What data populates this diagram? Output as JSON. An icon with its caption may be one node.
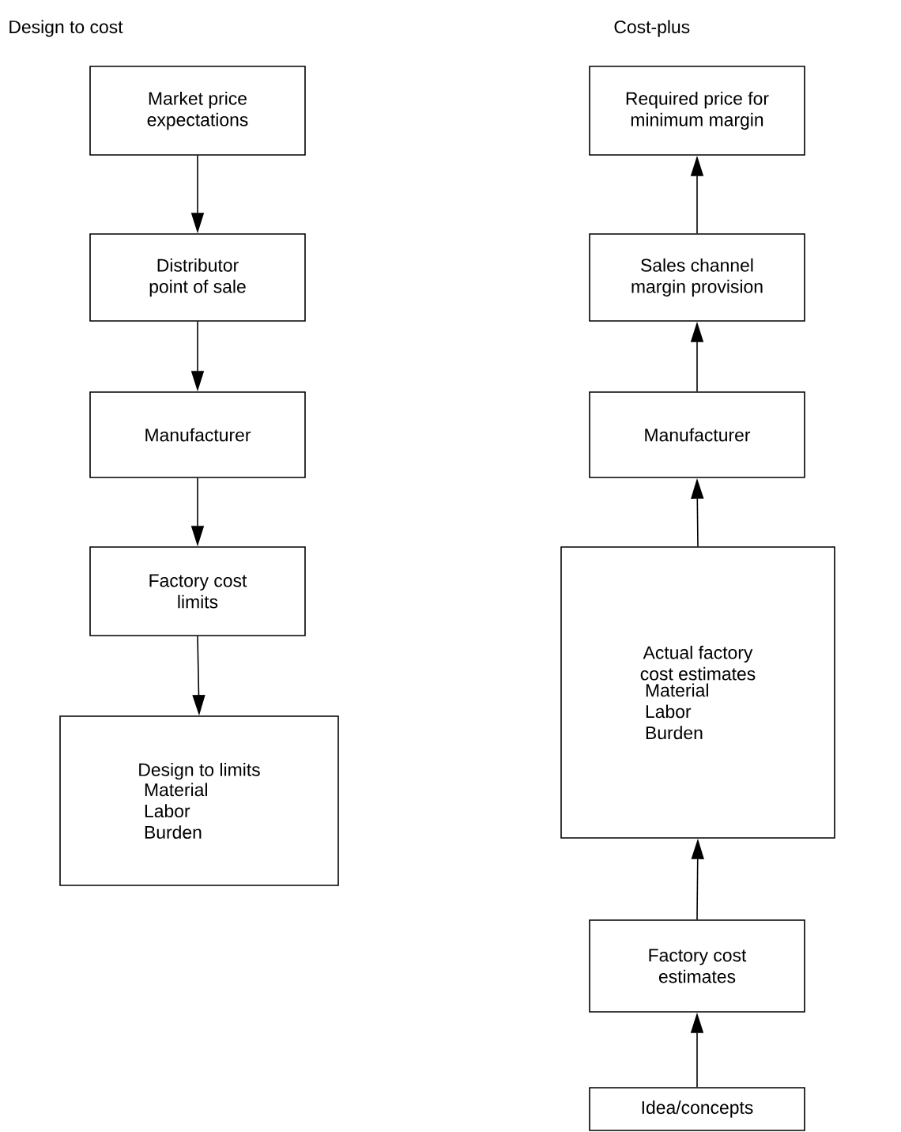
{
  "diagram": {
    "nodes": [
      {
        "text": [
          "Market price expectations"
        ]
      },
      {
        "text": [
          "Distributor point of sale"
        ]
      },
      {
        "text": [
          "Manufacturer"
        ]
      },
      {
        "text": [
          "Factory cost limits"
        ]
      },
      {
        "text": [
          "Design to limits",
          "Material Labor Burden"
        ]
      },
      {
        "text": [
          "Required price for minimum margin"
        ]
      },
      {
        "text": [
          "Sales channel margin provision"
        ]
      },
      {
        "text": [
          "Manufacturer"
        ]
      },
      {
        "text": [
          "Actual factory cost estimates",
          "Material Labor Burden"
        ]
      },
      {
        "text": [
          "Factory cost estimates"
        ]
      },
      {
        "text": [
          "Idea/concepts"
        ]
      }
    ],
    "edges": [
      {
        "from": 0,
        "to": 1,
        "arrow": "to"
      },
      {
        "from": 1,
        "to": 2,
        "arrow": "to"
      },
      {
        "from": 2,
        "to": 3,
        "arrow": "to"
      },
      {
        "from": 3,
        "to": 4,
        "arrow": "to"
      },
      {
        "from": 10,
        "to": 9,
        "arrow": "to"
      },
      {
        "from": 9,
        "to": 8,
        "arrow": "to"
      },
      {
        "from": 8,
        "to": 7,
        "arrow": "to"
      },
      {
        "from": 7,
        "to": 6,
        "arrow": "to"
      },
      {
        "from": 6,
        "to": 5,
        "arrow": "to"
      }
    ],
    "labels": [
      "Design to cost",
      "Cost-plus"
    ]
  }
}
